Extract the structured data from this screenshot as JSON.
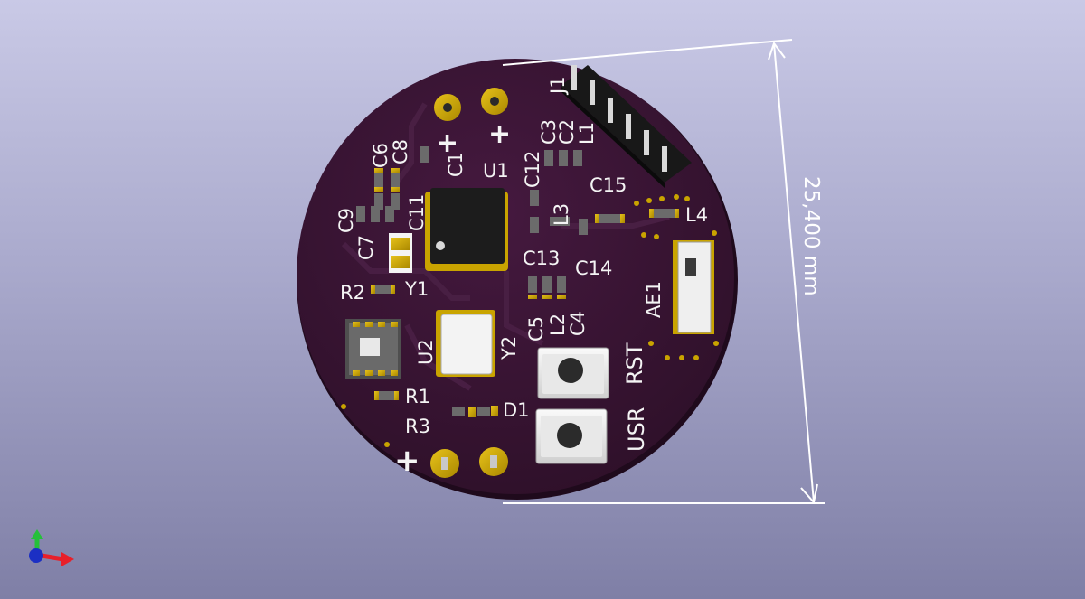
{
  "board": {
    "references": {
      "J1": "J1",
      "U1": "U1",
      "U2": "U2",
      "Y1": "Y1",
      "Y2": "Y2",
      "C1": "C1",
      "C2": "C2",
      "C3": "C3",
      "C4": "C4",
      "C5": "C5",
      "C6": "C6",
      "C7": "C7",
      "C8": "C8",
      "C9": "C9",
      "C11": "C11",
      "C12": "C12",
      "C13": "C13",
      "C14": "C14",
      "C15": "C15",
      "L1": "L1",
      "L2": "L2",
      "L3": "L3",
      "L4": "L4",
      "R1": "R1",
      "R2": "R2",
      "R3": "R3",
      "D1": "D1",
      "AE1": "AE1"
    },
    "buttons": {
      "rst": "RST",
      "usr": "USR"
    },
    "polarity": {
      "plus": "+"
    },
    "dimension": "25,400 mm"
  },
  "colors": {
    "solder_mask": "#3a1636",
    "copper_pad": "#c9a400",
    "silkscreen": "#f4f4f4",
    "axis_x": "#e8202a",
    "axis_y": "#25c03a",
    "axis_z": "#1b2fc4"
  },
  "axis_icon": "xyz-axis-gizmo"
}
